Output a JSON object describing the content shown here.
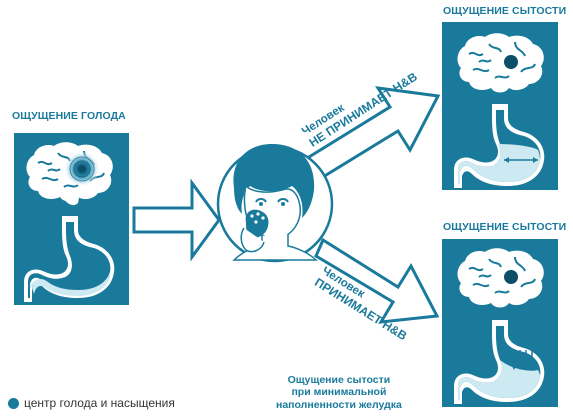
{
  "hunger_title": "ОЩУЩЕНИЕ ГОЛОДА",
  "satiety_top_title": "ОЩУЩЕНИЕ СЫТОСТИ",
  "satiety_bottom_title": "ОЩУЩЕНИЕ СЫТОСТИ",
  "upper_arrow_label": {
    "line1": "Человек",
    "line2": "НЕ ПРИНИМАЕТ H&B"
  },
  "lower_arrow_label": {
    "line1": "Человек",
    "line2": "ПРИНИМАЕТ H&B"
  },
  "bottom_note": "Ощущение сытости\nпри минимальной\nнаполненности желудка",
  "legend_text": "центр голода и насыщения",
  "colors": {
    "panel": "#1a7a9c",
    "panel_dark": "#156a88",
    "accent": "#1a7a9c",
    "stomach_fill": "#cde9f2",
    "outline": "#ffffff"
  },
  "icons": [
    "brain-icon",
    "stomach-icon",
    "woman-eating-icon",
    "arrow-icon"
  ]
}
